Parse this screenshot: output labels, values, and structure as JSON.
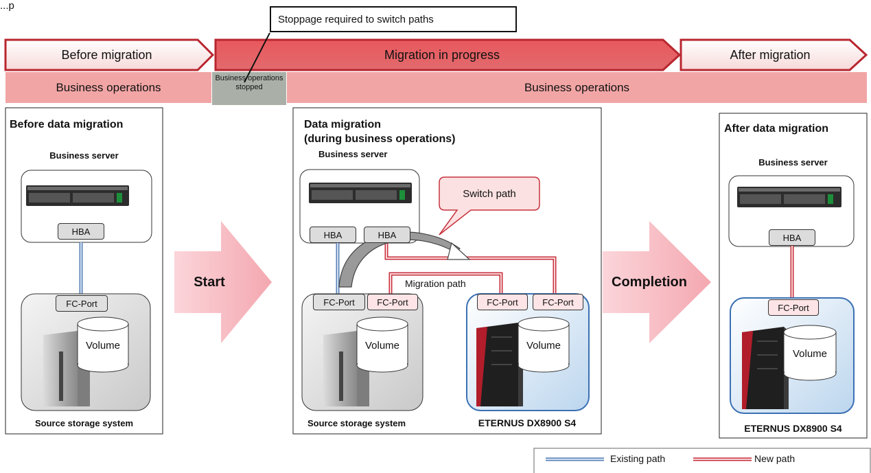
{
  "header_partial": "...p",
  "callout_top": "Stoppage required to switch paths",
  "phases": {
    "before": "Before migration",
    "progress": "Migration in progress",
    "after": "After migration"
  },
  "ops": {
    "left": "Business operations",
    "stopped_line1": "Business operations",
    "stopped_line2": "stopped",
    "right": "Business operations"
  },
  "panel1": {
    "title": "Before data migration",
    "server": "Business server",
    "hba": "HBA",
    "fc_port": "FC-Port",
    "volume": "Volume",
    "bottom": "Source storage system"
  },
  "start_arrow": "Start",
  "panel2": {
    "title_line1": "Data migration",
    "title_line2": "(during business operations)",
    "server": "Business server",
    "hba1": "HBA",
    "hba2": "HBA",
    "switch_callout": "Switch path",
    "migration_path": "Migration path",
    "src_port1": "FC-Port",
    "src_port2": "FC-Port",
    "src_volume": "Volume",
    "src_bottom": "Source storage system",
    "dst_port1": "FC-Port",
    "dst_port2": "FC-Port",
    "dst_volume": "Volume",
    "dst_bottom": "ETERNUS DX8900 S4"
  },
  "completion_arrow": "Completion",
  "panel3": {
    "title": "After data migration",
    "server": "Business server",
    "hba": "HBA",
    "fc_port": "FC-Port",
    "volume": "Volume",
    "bottom": "ETERNUS DX8900 S4"
  },
  "legend": {
    "existing": "Existing path",
    "new": "New path"
  },
  "colors": {
    "existing_path": "#7da6d6",
    "new_path": "#c8323e",
    "phase_fill": "#e85c62",
    "ops_band": "#f2a5a5",
    "stopped_band": "#aab0a8",
    "big_arrow": "#f7b8bf"
  }
}
